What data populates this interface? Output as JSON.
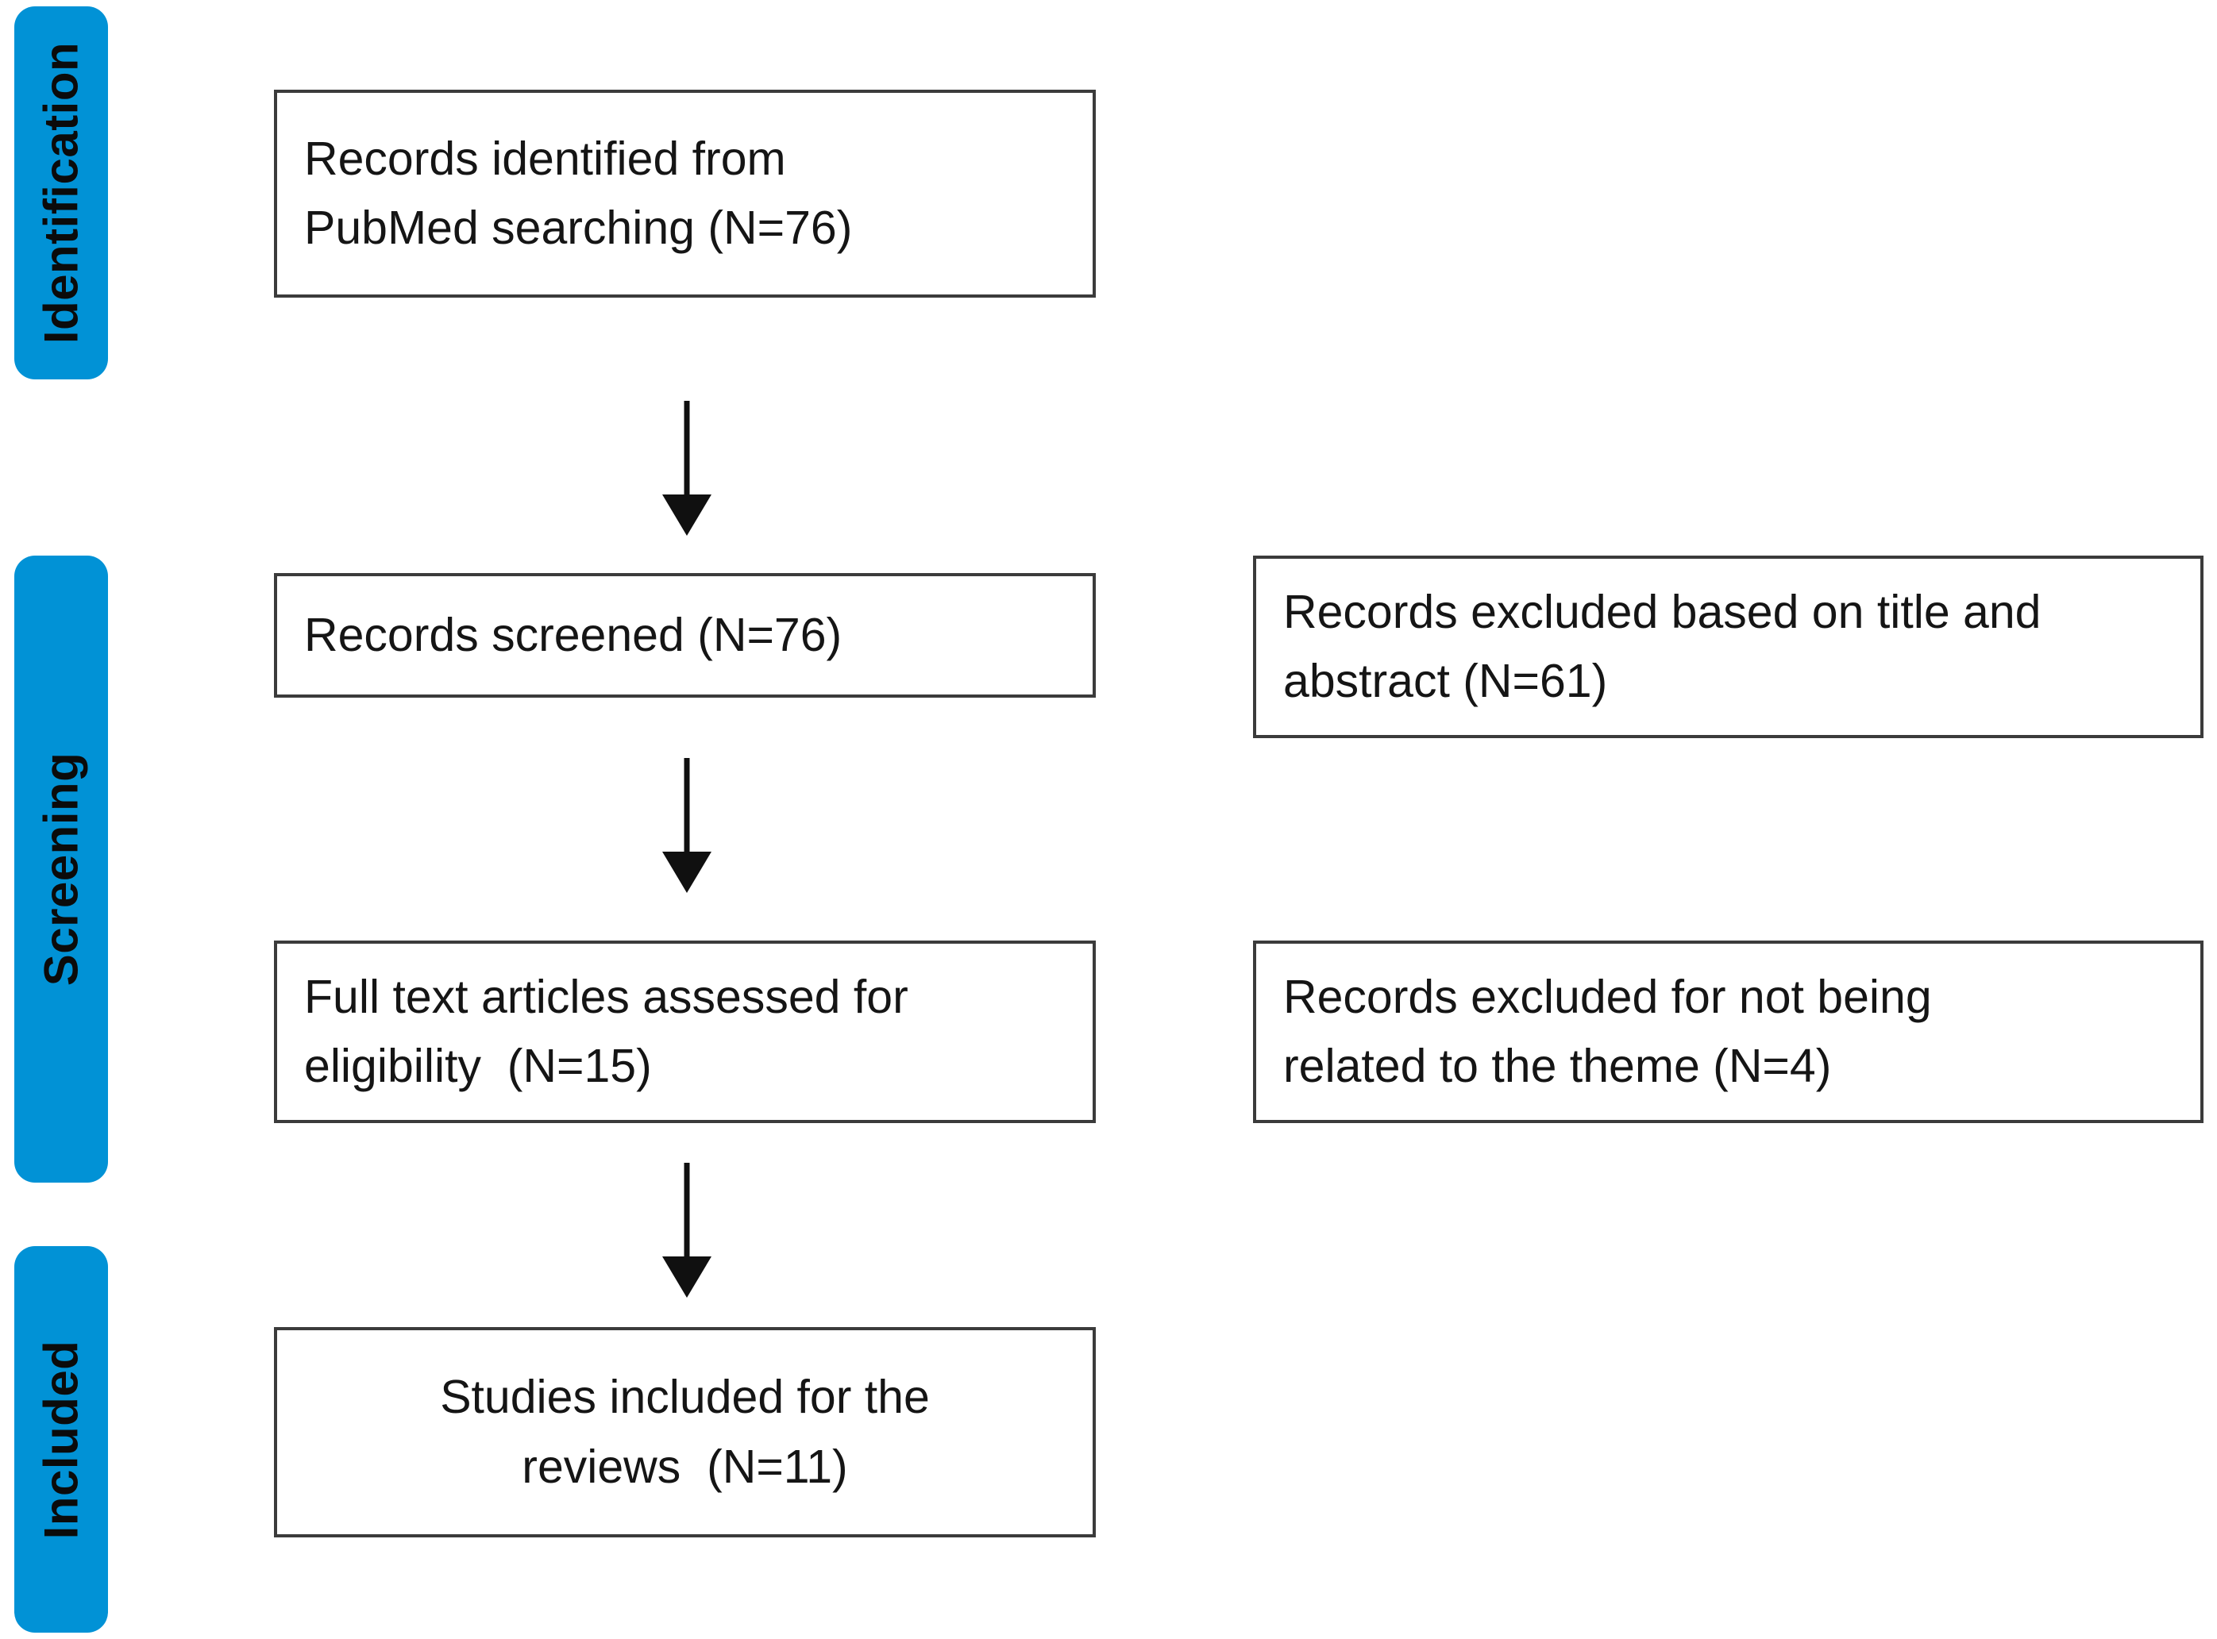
{
  "diagram": {
    "type": "prisma-flow-diagram",
    "accent_color": "#0192D6",
    "box_border_color": "#3b3b3b",
    "text_color": "#151515",
    "background": "#ffffff"
  },
  "stages": [
    {
      "id": "identification",
      "label": "Identification"
    },
    {
      "id": "screening",
      "label": "Screening"
    },
    {
      "id": "included",
      "label": "Included"
    }
  ],
  "boxes": {
    "identified": {
      "line1": "Records identified from",
      "line2": "PubMed searching (N=76)",
      "count": 76
    },
    "screened": {
      "line1": "Records screened (N=76)",
      "count": 76
    },
    "excluded_title_abstract": {
      "line1": "Records excluded based on title and",
      "line2": "abstract (N=61)",
      "count": 61
    },
    "fulltext": {
      "line1": "Full text articles assessed for",
      "line2": "eligibility  (N=15)",
      "count": 15
    },
    "excluded_theme": {
      "line1": "Records excluded for not being",
      "line2": "related to the theme (N=4)",
      "count": 4
    },
    "included_studies": {
      "line1": "Studies included for the",
      "line2": "reviews  (N=11)",
      "count": 11
    }
  },
  "arrows": [
    {
      "id": "identified-to-screened",
      "from": "identified",
      "to": "screened"
    },
    {
      "id": "screened-to-fulltext",
      "from": "screened",
      "to": "fulltext"
    },
    {
      "id": "fulltext-to-included",
      "from": "fulltext",
      "to": "included_studies"
    }
  ]
}
